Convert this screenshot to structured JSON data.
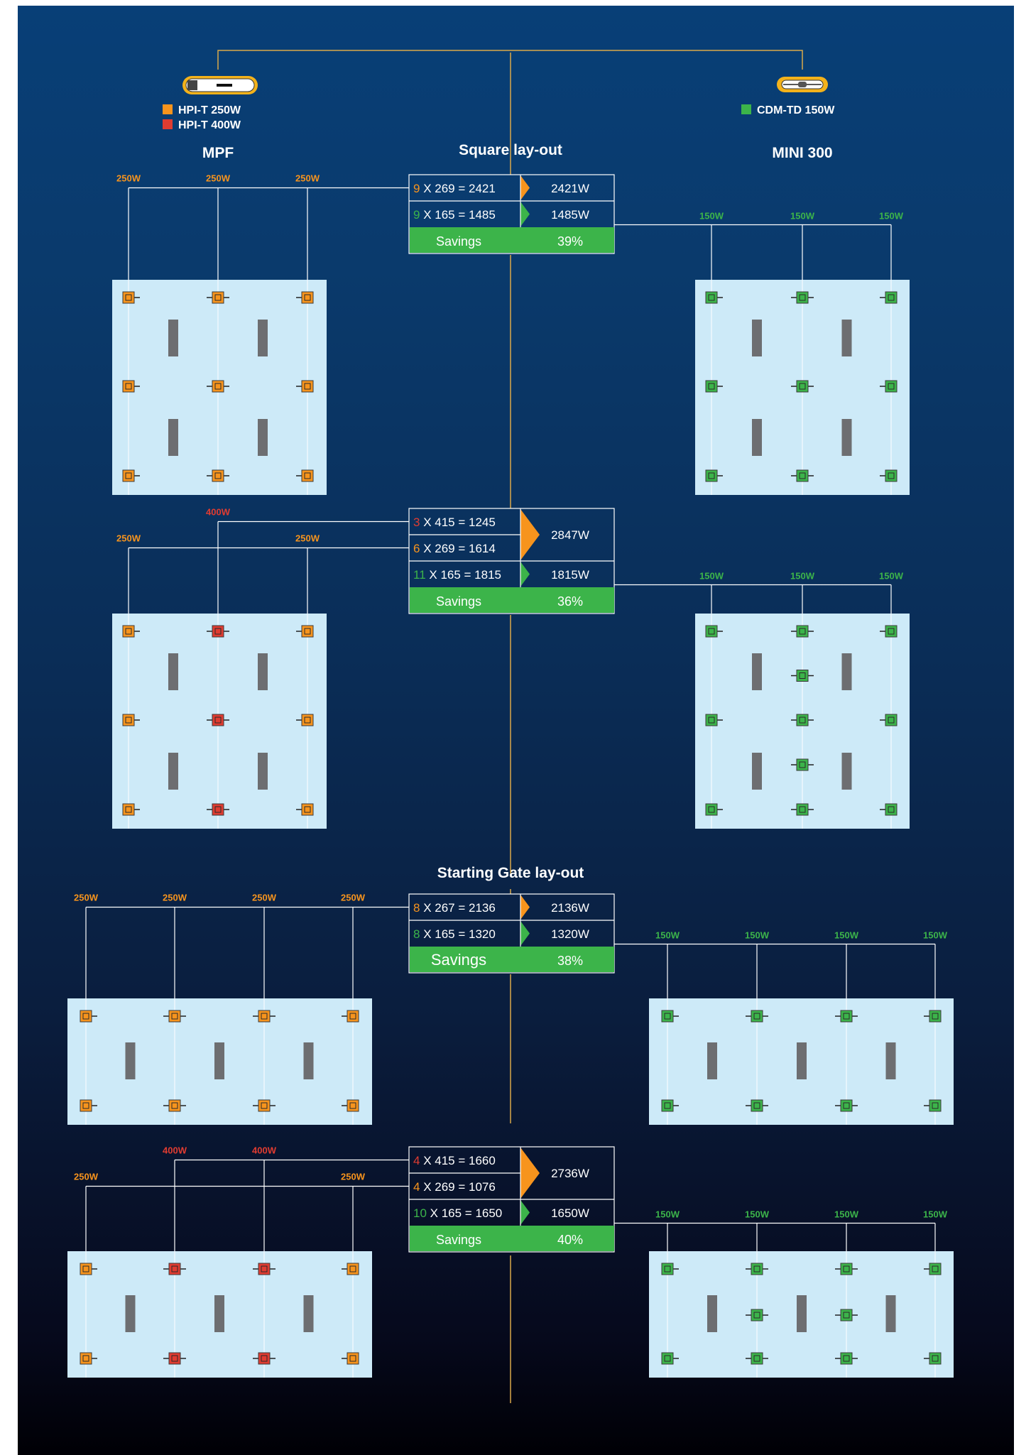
{
  "legend": {
    "left": [
      {
        "label": "HPI-T 250W",
        "color": "#f7941d"
      },
      {
        "label": "HPI-T 400W",
        "color": "#e03c31"
      }
    ],
    "right": [
      {
        "label": "CDM-TD 150W",
        "color": "#3cb44a"
      }
    ]
  },
  "titles": {
    "left": "MPF",
    "right": "MINI 300",
    "square": "Square lay-out",
    "gate": "Starting Gate lay-out"
  },
  "colors": {
    "orange": "#f7941d",
    "red": "#e03c31",
    "green": "#3cb44a",
    "connector": "#d9a84a",
    "panel": "#cdeaf8",
    "reflector": "#6d6e71"
  },
  "sections": [
    {
      "layout": "square",
      "left_watts": [
        "250W",
        "250W",
        "250W"
      ],
      "right_watts": [
        "150W",
        "150W",
        "150W"
      ],
      "rows": [
        {
          "n": "9",
          "n_color": "orange",
          "formula": " X 269 = 2421",
          "result": "2421W",
          "arrow": "orange"
        },
        {
          "n": "9",
          "n_color": "green",
          "formula": " X 165 = 1485",
          "result": "1485W",
          "arrow": "green"
        }
      ],
      "savings_label": "Savings",
      "savings_value": "39%"
    },
    {
      "layout": "square",
      "left_watts": [
        "250W",
        "400W",
        "250W"
      ],
      "right_watts": [
        "150W",
        "150W",
        "150W"
      ],
      "rows": [
        {
          "n": "3",
          "n_color": "red",
          "formula": " X 415 = 1245",
          "arrow": "orange-red"
        },
        {
          "n": "6",
          "n_color": "orange",
          "formula": " X 269 = 1614"
        },
        {
          "n": "11",
          "n_color": "green",
          "formula": " X 165 = 1815",
          "result": "1815W",
          "arrow": "green"
        }
      ],
      "combined_result": "2847W",
      "savings_label": "Savings",
      "savings_value": "36%"
    },
    {
      "layout": "gate",
      "left_watts": [
        "250W",
        "250W",
        "250W",
        "250W"
      ],
      "right_watts": [
        "150W",
        "150W",
        "150W",
        "150W"
      ],
      "rows": [
        {
          "n": "8",
          "n_color": "orange",
          "formula": " X 267 = 2136",
          "result": "2136W",
          "arrow": "orange"
        },
        {
          "n": "8",
          "n_color": "green",
          "formula": " X 165 = 1320",
          "result": "1320W",
          "arrow": "green"
        }
      ],
      "savings_label": "Savings",
      "savings_value": "38%"
    },
    {
      "layout": "gate",
      "left_watts": [
        "250W",
        "400W",
        "400W",
        "250W"
      ],
      "right_watts": [
        "150W",
        "150W",
        "150W",
        "150W"
      ],
      "rows": [
        {
          "n": "4",
          "n_color": "red",
          "formula": " X 415 = 1660",
          "arrow": "orange-red"
        },
        {
          "n": "4",
          "n_color": "orange",
          "formula": " X 269 = 1076"
        },
        {
          "n": "10",
          "n_color": "green",
          "formula": " X 165 = 1650",
          "result": "1650W",
          "arrow": "green"
        }
      ],
      "combined_result": "2736W",
      "savings_label": "Savings",
      "savings_value": "40%"
    }
  ]
}
